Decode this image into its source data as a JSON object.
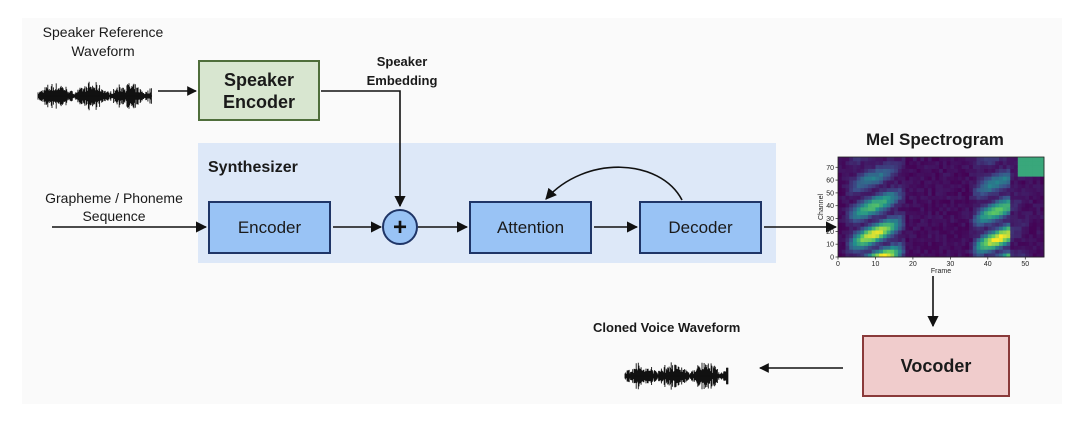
{
  "inputs": {
    "reference_waveform_label": "Speaker Reference Waveform",
    "text_sequence_label": "Grapheme / Phoneme Sequence"
  },
  "speaker_encoder": {
    "label": "Speaker Encoder"
  },
  "speaker_embedding_label": "Speaker Embedding",
  "synthesizer": {
    "title": "Synthesizer",
    "encoder_label": "Encoder",
    "combine_symbol": "+",
    "attention_label": "Attention",
    "decoder_label": "Decoder"
  },
  "mel_spectrogram": {
    "title": "Mel Spectrogram",
    "x_axis_label": "Frame",
    "y_axis_label": "Channel",
    "x_ticks": [
      "0",
      "10",
      "20",
      "30",
      "40",
      "50"
    ],
    "y_ticks": [
      "0",
      "10",
      "20",
      "30",
      "40",
      "50",
      "60",
      "70"
    ],
    "x_range": [
      0,
      55
    ],
    "y_range": [
      0,
      78
    ],
    "colormap": "viridis"
  },
  "vocoder": {
    "label": "Vocoder"
  },
  "output": {
    "label": "Cloned Voice Waveform"
  },
  "colors": {
    "synth_panel": "#dde8f8",
    "synth_block": "#99c3f5",
    "synth_border": "#1f3567",
    "speaker_encoder_fill": "#d8e6d0",
    "speaker_encoder_border": "#4f6e3b",
    "vocoder_fill": "#f0cccc",
    "vocoder_border": "#8a3a3a"
  }
}
